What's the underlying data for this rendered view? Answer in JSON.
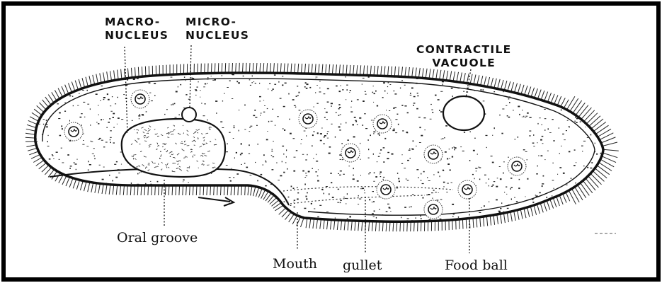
{
  "labels": {
    "macronucleus": [
      "MACRO-",
      "NUCLEUS"
    ],
    "micronucleus": [
      "MICRO-",
      "NUCLEUS"
    ],
    "contractile_vacuole": [
      "CONTRACTILE",
      "VACUOLE"
    ],
    "oral_groove": "Oral groove",
    "mouth": "Mouth",
    "gullet": "gullet",
    "food_ball": "Food ball"
  },
  "colors": {
    "ink": "#111111",
    "paper": "#ffffff",
    "frame": "#000000"
  }
}
